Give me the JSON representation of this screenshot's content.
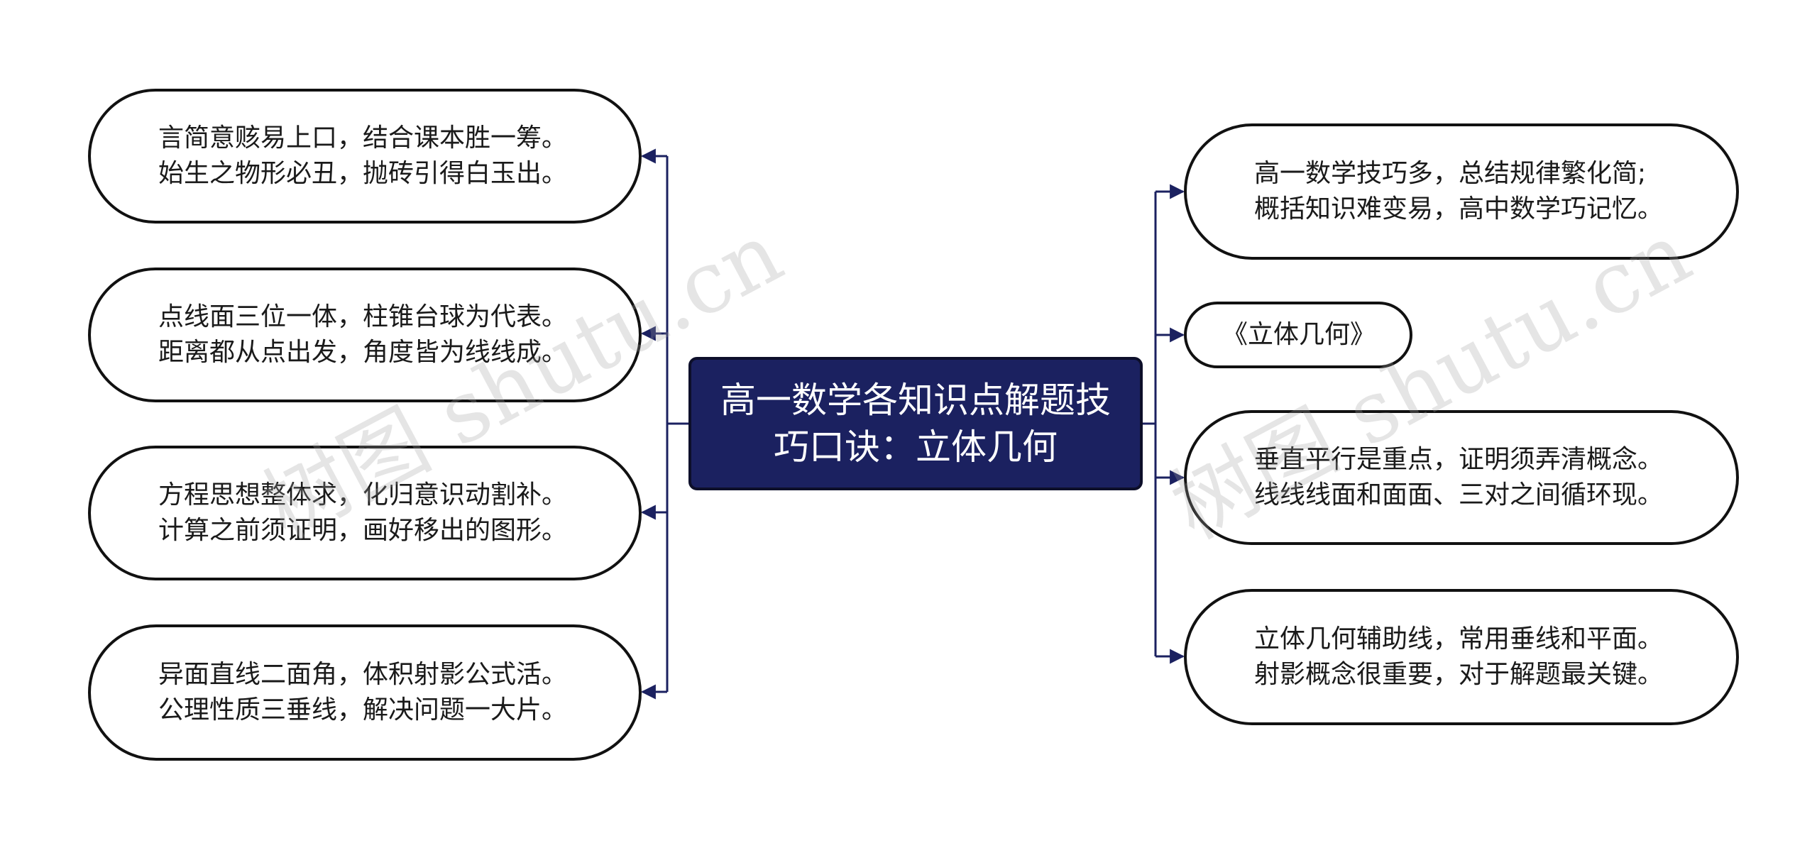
{
  "root": {
    "title": "高一数学各知识点解题技巧口诀：立体几何"
  },
  "left": [
    {
      "text": "言简意赅易上口，结合课本胜一筹。始生之物形必丑，抛砖引得白玉出。"
    },
    {
      "text": "点线面三位一体，柱锥台球为代表。距离都从点出发，角度皆为线线成。"
    },
    {
      "text": "方程思想整体求，化归意识动割补。计算之前须证明，画好移出的图形。"
    },
    {
      "text": "异面直线二面角，体积射影公式活。公理性质三垂线，解决问题一大片。"
    }
  ],
  "right": [
    {
      "text": "高一数学技巧多，总结规律繁化简;概括知识难变易，高中数学巧记忆。"
    },
    {
      "text": "《立体几何》"
    },
    {
      "text": "垂直平行是重点，证明须弄清概念。线线线面和面面、三对之间循环现。"
    },
    {
      "text": "立体几何辅助线，常用垂线和平面。射影概念很重要，对于解题最关键。"
    }
  ],
  "watermark": {
    "text": "树图 shutu.cn"
  },
  "colors": {
    "root_fill": "#1b2160",
    "connector": "#1b2160",
    "node_border": "#111111"
  }
}
